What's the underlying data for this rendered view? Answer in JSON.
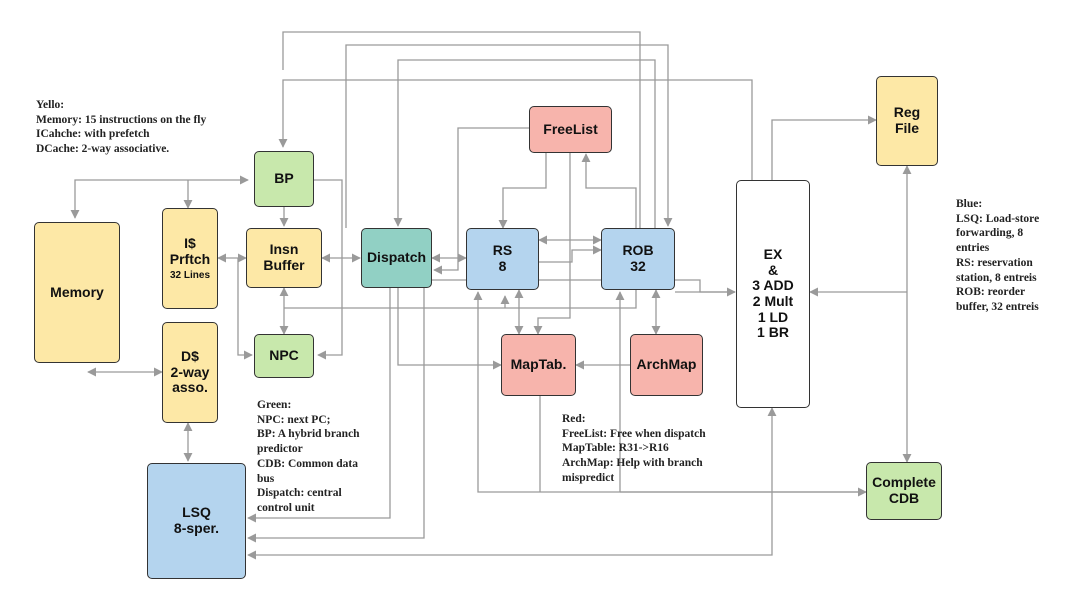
{
  "blocks": {
    "memory": {
      "lines": [
        "Memory"
      ],
      "color": "#fde8a6"
    },
    "icache": {
      "lines": [
        "I$",
        "Prftch",
        "32 Lines"
      ],
      "color": "#fde8a6"
    },
    "dcache": {
      "lines": [
        "D$",
        "2-way",
        "asso."
      ],
      "color": "#fde8a6"
    },
    "bp": {
      "lines": [
        "BP"
      ],
      "color": "#c8e8ac"
    },
    "insn": {
      "lines": [
        "Insn",
        "Buffer"
      ],
      "color": "#fde8a6"
    },
    "npc": {
      "lines": [
        "NPC"
      ],
      "color": "#c8e8ac"
    },
    "dispatch": {
      "lines": [
        "Dispatch"
      ],
      "color": "#91d0c4"
    },
    "rs": {
      "lines": [
        "RS",
        "8"
      ],
      "color": "#b4d4ee"
    },
    "rob": {
      "lines": [
        "ROB",
        "32"
      ],
      "color": "#b4d4ee"
    },
    "freelist": {
      "lines": [
        "FreeList"
      ],
      "color": "#f7b4ac"
    },
    "maptab": {
      "lines": [
        "MapTab."
      ],
      "color": "#f7b4ac"
    },
    "archmap": {
      "lines": [
        "ArchMap"
      ],
      "color": "#f7b4ac"
    },
    "ex": {
      "lines": [
        "EX",
        "&",
        "3 ADD",
        "2 Mult",
        "1 LD",
        "1 BR"
      ],
      "color": "#ffffff"
    },
    "regfile": {
      "lines": [
        "Reg",
        "File"
      ],
      "color": "#fde8a6"
    },
    "complete": {
      "lines": [
        "Complete",
        "CDB"
      ],
      "color": "#c8e8ac"
    },
    "lsq": {
      "lines": [
        "LSQ",
        "8-sper."
      ],
      "color": "#b4d4ee"
    }
  },
  "notes": {
    "yellow": [
      "Yello:",
      "Memory: 15 instructions on the fly",
      "ICahche: with prefetch",
      "DCache: 2-way associative."
    ],
    "green": [
      "Green:",
      "NPC: next PC;",
      "BP: A hybrid branch",
      "predictor",
      "CDB: Common data",
      "bus",
      "Dispatch: central",
      "control unit"
    ],
    "red": [
      "Red:",
      "FreeList:  Free when dispatch",
      "MapTable:  R31->R16",
      "ArchMap: Help with branch",
      "mispredict"
    ],
    "blue": [
      "Blue:",
      "LSQ: Load-store",
      "forwarding, 8",
      "entries",
      "RS: reservation",
      "station, 8 entreis",
      "ROB: reorder",
      "buffer, 32 entreis"
    ]
  },
  "colors": {
    "wire": "#9a9a9a",
    "border": "#333333"
  }
}
